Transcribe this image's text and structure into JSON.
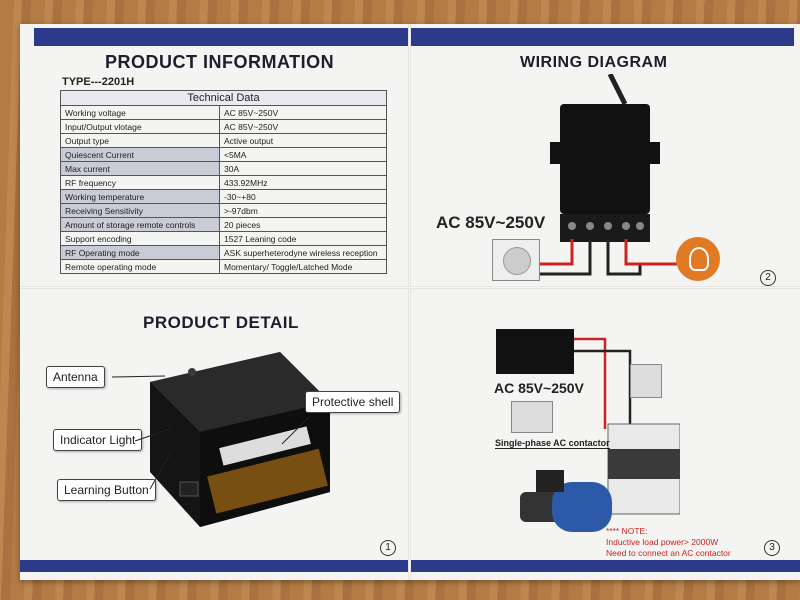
{
  "left_panel": {
    "title": "PRODUCT INFORMATION",
    "type_label": "TYPE---2201H",
    "table_header": "Technical Data",
    "rows": [
      {
        "k": "Working voltage",
        "v": "AC 85V~250V"
      },
      {
        "k": "Input/Output vlotage",
        "v": "AC 85V~250V"
      },
      {
        "k": "Output type",
        "v": "Active output"
      },
      {
        "k": "Quiescent Current",
        "v": "<5MA"
      },
      {
        "k": "Max current",
        "v": "30A"
      },
      {
        "k": "RF frequency",
        "v": "433.92MHz"
      },
      {
        "k": "Working temperature",
        "v": "-30~+80"
      },
      {
        "k": "Receiving Sensitivity",
        "v": ">-97dbm"
      },
      {
        "k": "Amount of storage remote controls",
        "v": "20 pieces"
      },
      {
        "k": "Support encoding",
        "v": "1527 Leaning code"
      },
      {
        "k": "RF Operating mode",
        "v": "ASK superheterodyne wireless reception"
      },
      {
        "k": "Remote operating mode",
        "v": "Momentary/ Toggle/Latched Mode"
      }
    ]
  },
  "detail_panel": {
    "title": "PRODUCT DETAIL",
    "labels": {
      "antenna": "Antenna",
      "indicator": "Indicator Light",
      "learning": "Learning Button",
      "shell": "Protective shell"
    },
    "page_number": "1"
  },
  "wiring_panel": {
    "title": "WIRING DIAGRAM",
    "ac_label": "AC 85V~250V",
    "page_number": "2"
  },
  "contactor_panel": {
    "ac_label": "AC 85V~250V",
    "contactor_label": "Single-phase AC contactor",
    "note_lines": [
      "**** NOTE:",
      "Inductive load power> 2000W",
      "Need to connect an AC contactor"
    ],
    "page_number": "3"
  },
  "colors": {
    "brand_bar": "#2d3a8c",
    "note_red": "#cc2222",
    "bulb_orange": "#e07a25"
  }
}
